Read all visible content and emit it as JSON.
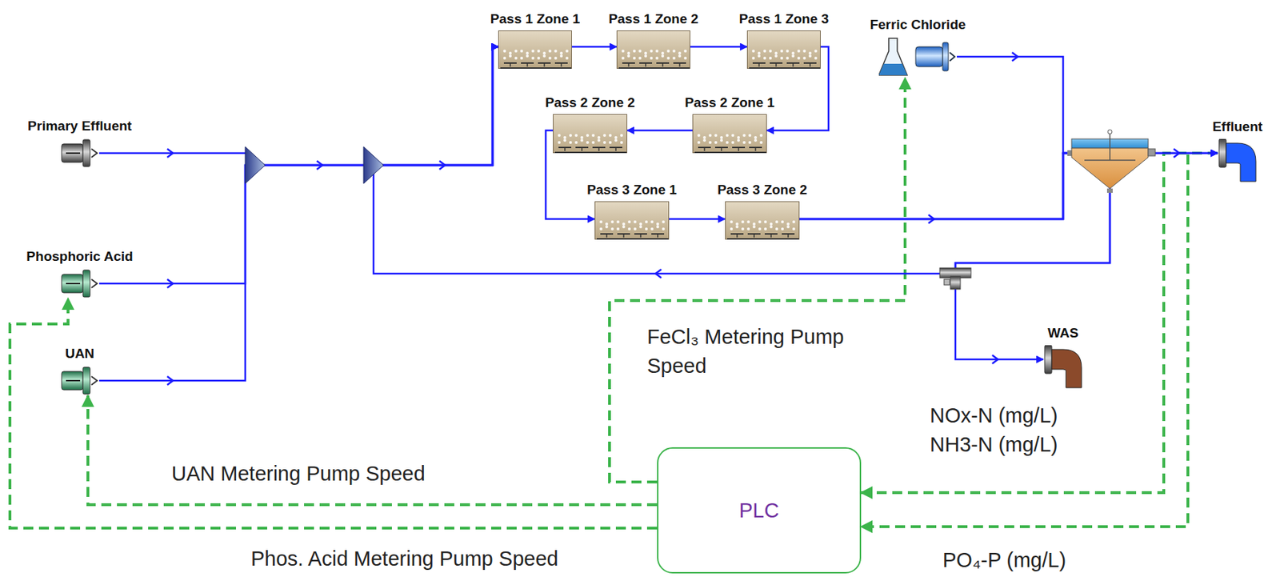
{
  "diagram": {
    "nodes": [
      {
        "text": [
          "Primary Effluent"
        ]
      },
      {
        "text": [
          "Phosphoric Acid"
        ]
      },
      {
        "text": [
          "UAN"
        ]
      },
      {
        "text": [
          "Pass 1 Zone 1"
        ]
      },
      {
        "text": [
          "Pass 1 Zone 2"
        ]
      },
      {
        "text": [
          "Pass 1 Zone 3"
        ]
      },
      {
        "text": [
          "Pass 2 Zone 2"
        ]
      },
      {
        "text": [
          "Pass 2 Zone 1"
        ]
      },
      {
        "text": [
          "Pass 3 Zone 1"
        ]
      },
      {
        "text": [
          "Pass 3 Zone 2"
        ]
      },
      {
        "text": [
          "Ferric Chloride"
        ]
      },
      {
        "text": [
          "Effluent"
        ]
      },
      {
        "text": [
          "WAS"
        ]
      },
      {
        "text": [
          "PLC"
        ]
      }
    ],
    "edges": [
      {
        "from": 0,
        "to": 3,
        "arrow": "to"
      },
      {
        "from": 1,
        "to": 3,
        "arrow": "to"
      },
      {
        "from": 2,
        "to": 3,
        "arrow": "to"
      },
      {
        "from": 3,
        "to": 4,
        "arrow": "to"
      },
      {
        "from": 4,
        "to": 5,
        "arrow": "to"
      },
      {
        "from": 5,
        "to": 7,
        "arrow": "to"
      },
      {
        "from": 7,
        "to": 6,
        "arrow": "to"
      },
      {
        "from": 6,
        "to": 8,
        "arrow": "to"
      },
      {
        "from": 8,
        "to": 9,
        "arrow": "to"
      },
      {
        "from": 9,
        "to": 11,
        "arrow": "to"
      },
      {
        "from": 10,
        "to": 11,
        "arrow": "to"
      },
      {
        "from": 9,
        "to": 12,
        "arrow": "to"
      },
      {
        "from": 9,
        "to": 3,
        "arrow": "to"
      },
      {
        "from": 11,
        "to": 13,
        "label": "NOx-N (mg/L) NH3-N (mg/L)",
        "arrow": "to"
      },
      {
        "from": 11,
        "to": 13,
        "label": "PO₄-P (mg/L)",
        "arrow": "to"
      },
      {
        "from": 13,
        "to": 10,
        "label": "FeCl₃ Metering Pump Speed",
        "arrow": "to"
      },
      {
        "from": 13,
        "to": 2,
        "label": "UAN Metering Pump Speed",
        "arrow": "to"
      },
      {
        "from": 13,
        "to": 1,
        "label": "Phos. Acid Metering Pump Speed",
        "arrow": "to"
      }
    ]
  }
}
